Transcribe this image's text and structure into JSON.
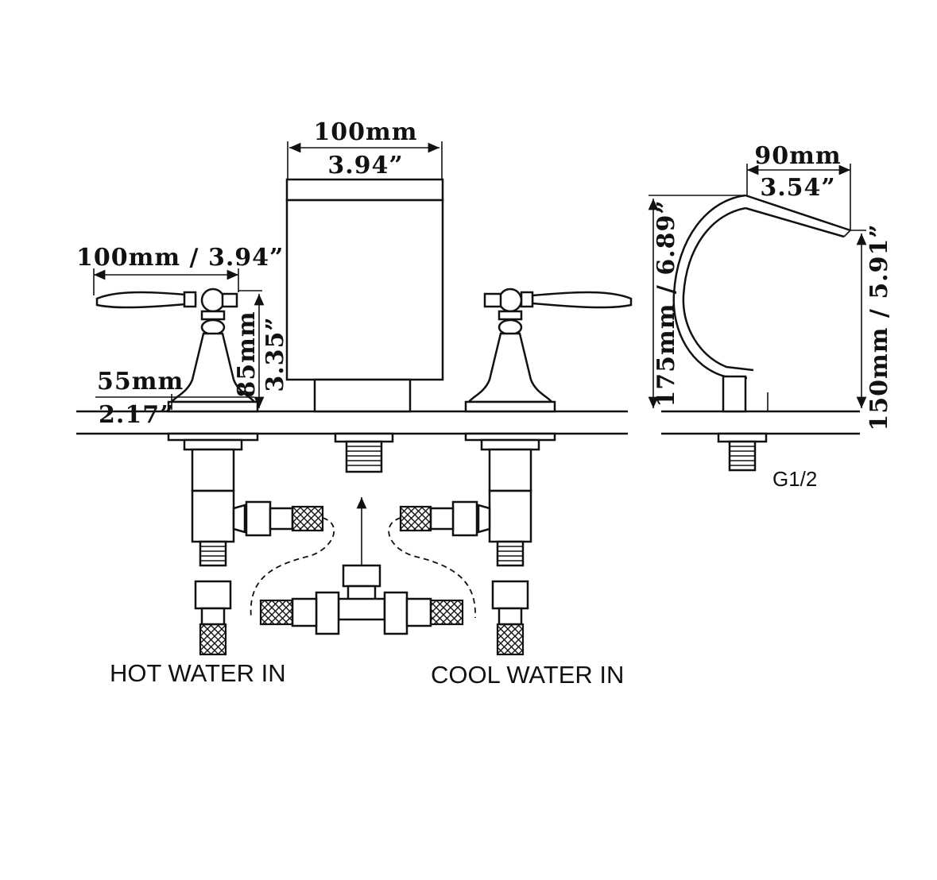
{
  "spout_front": {
    "width_mm": "100mm",
    "width_in": "3.94”"
  },
  "handle": {
    "span": "100mm / 3.94”",
    "height_mm": "85mm",
    "height_in": "3.35”",
    "base_mm": "55mm",
    "base_in": "2.17”"
  },
  "spout_side": {
    "reach_mm": "90mm",
    "reach_in": "3.54”",
    "total_height": "175mm / 6.89”",
    "outlet_height": "150mm / 5.91”",
    "thread": "G1/2"
  },
  "labels": {
    "hot_in": "HOT WATER IN",
    "cool_in": "COOL WATER IN"
  }
}
